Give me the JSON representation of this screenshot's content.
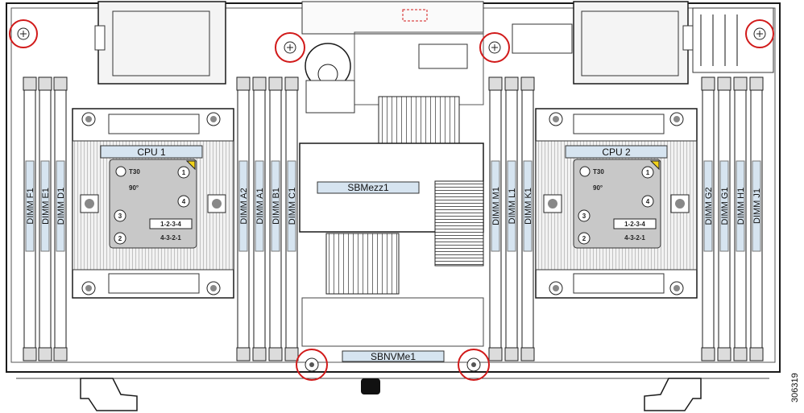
{
  "cpus": [
    {
      "label": "CPU 1",
      "torque": "T30",
      "angle": "90°"
    },
    {
      "label": "CPU 2",
      "torque": "T30",
      "angle": "90°"
    }
  ],
  "cpu_plate": {
    "sequence": [
      "1",
      "2",
      "3",
      "4"
    ],
    "tighten": "1-2-3-4",
    "loosen": "4-3-2-1"
  },
  "dimms_left": [
    "DIMM F1",
    "DIMM E1",
    "DIMM D1"
  ],
  "dimms_center_left": [
    "DIMM A2",
    "DIMM A1",
    "DIMM B1",
    "DIMM C1"
  ],
  "dimms_center_right": [
    "DIMM M1",
    "DIMM L1",
    "DIMM K1"
  ],
  "dimms_right": [
    "DIMM G2",
    "DIMM G1",
    "DIMM H1",
    "DIMM J1"
  ],
  "mezz_label": "SBMezz1",
  "nvme_label": "SBNVMe1",
  "figure_id": "306319",
  "colors": {
    "outline": "#1a1a1a",
    "label_fill": "#d6e4f0",
    "heatsink": "#e8e8e8",
    "highlight": "#d11a1a",
    "plate": "#c8c8c8",
    "arrow": "#f2d21a"
  }
}
